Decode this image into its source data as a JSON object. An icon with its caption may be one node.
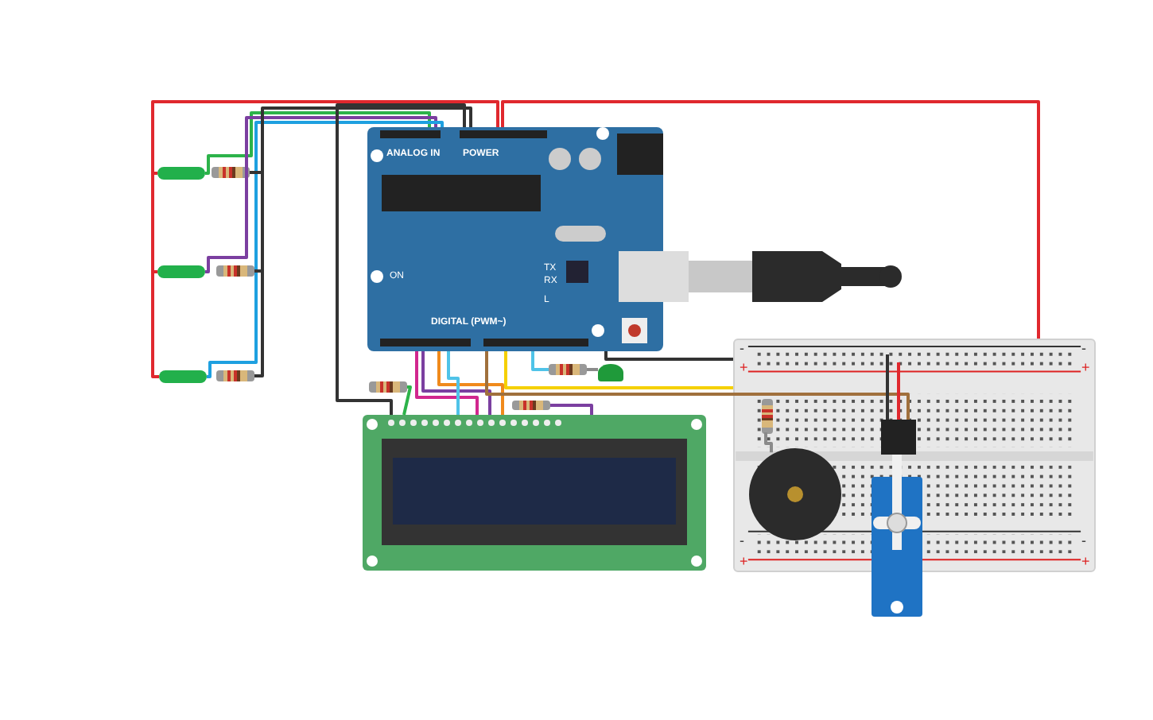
{
  "diagram": {
    "nodes": [
      {
        "text": [],
        "shape": "bar"
      },
      {
        "text": [],
        "shape": "bar"
      },
      {
        "text": [],
        "shape": "bar"
      },
      {
        "text": [],
        "shape": "resistor"
      },
      {
        "text": [],
        "shape": "resistor"
      },
      {
        "text": [],
        "shape": "resistor"
      },
      {
        "text": [
          "ANALOG IN",
          "POWER",
          "DIGITAL (PWM~)"
        ]
      },
      {
        "text": [],
        "shape": "box"
      },
      {
        "text": [],
        "shape": "box"
      },
      {
        "text": [],
        "shape": "circle",
        "in": 8
      },
      {
        "text": [],
        "shape": "servo"
      },
      {
        "text": [],
        "shape": "led"
      },
      {
        "text": [],
        "shape": "resistor"
      },
      {
        "text": [],
        "shape": "resistor"
      },
      {
        "text": [],
        "shape": "resistor"
      },
      {
        "text": [],
        "shape": "resistor",
        "in": 8
      }
    ],
    "edges": [
      {
        "from": 1,
        "to": 0,
        "arrow": "none",
        "color": "#e0282e"
      },
      {
        "from": 2,
        "to": 1,
        "arrow": "none",
        "color": "#e0282e"
      },
      {
        "from": 0,
        "to": 6,
        "arrow": "none",
        "color": "#e0282e"
      },
      {
        "from": 6,
        "to": 8,
        "arrow": "none",
        "color": "#e0282e"
      },
      {
        "from": 0,
        "to": 6,
        "arrow": "none",
        "color": "#2db34a"
      },
      {
        "from": 1,
        "to": 6,
        "arrow": "none",
        "color": "#7b3fa0"
      },
      {
        "from": 2,
        "to": 6,
        "arrow": "none",
        "color": "#1ea0e0"
      },
      {
        "from": 3,
        "to": 6,
        "arrow": "none",
        "color": "#333333"
      },
      {
        "from": 4,
        "to": 3,
        "arrow": "none",
        "color": "#333333"
      },
      {
        "from": 5,
        "to": 4,
        "arrow": "none",
        "color": "#333333"
      },
      {
        "from": 6,
        "to": 7,
        "arrow": "none",
        "color": "#333333"
      },
      {
        "from": 6,
        "to": 7,
        "arrow": "none",
        "color": "#d1278e"
      },
      {
        "from": 6,
        "to": 7,
        "arrow": "none",
        "color": "#7b3fa0"
      },
      {
        "from": 6,
        "to": 7,
        "arrow": "none",
        "color": "#f08a1c"
      },
      {
        "from": 6,
        "to": 7,
        "arrow": "none",
        "color": "#4fc3e8"
      },
      {
        "from": 6,
        "to": 8,
        "arrow": "none",
        "color": "#f5d000"
      },
      {
        "from": 6,
        "to": 10,
        "arrow": "none",
        "color": "#a0703c"
      },
      {
        "from": 6,
        "to": 12,
        "arrow": "none",
        "color": "#4fc3e8"
      },
      {
        "from": 12,
        "to": 11,
        "arrow": "none",
        "color": "#8a8a8a"
      },
      {
        "from": 6,
        "to": 8,
        "arrow": "none",
        "color": "#333333"
      },
      {
        "from": 8,
        "to": 10,
        "arrow": "none",
        "color": "#333333"
      },
      {
        "from": 8,
        "to": 10,
        "arrow": "none",
        "color": "#e0282e"
      },
      {
        "from": 13,
        "to": 7,
        "arrow": "none",
        "color": "#2db34a"
      },
      {
        "from": 14,
        "to": 7,
        "arrow": "none",
        "color": "#7b3fa0"
      },
      {
        "from": 15,
        "to": 9,
        "arrow": "none",
        "color": "#8a8a8a"
      }
    ],
    "labels": [
      "ON",
      "TX",
      "RX",
      "L",
      "-",
      "+",
      "-",
      "+",
      "-",
      "+",
      "-",
      "+"
    ]
  }
}
